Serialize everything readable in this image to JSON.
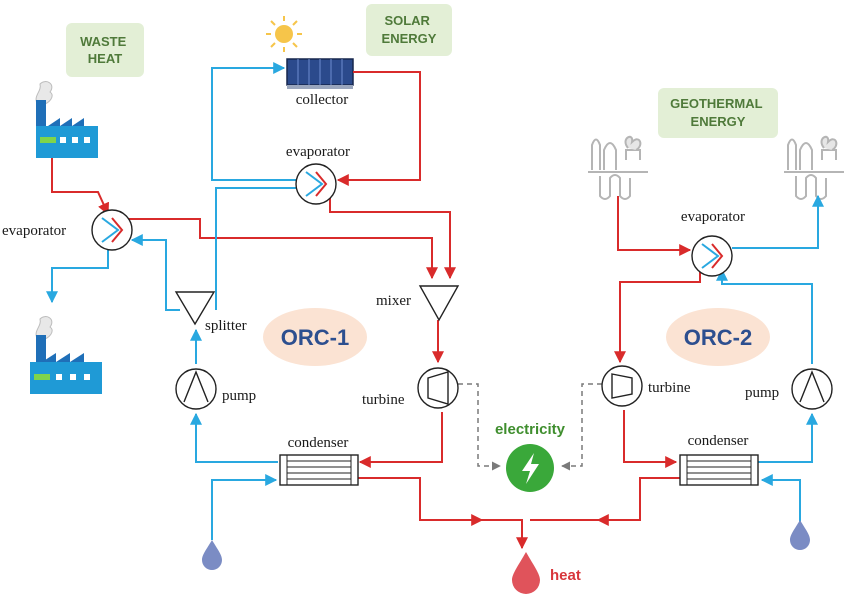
{
  "sources": {
    "waste_heat": "WASTE\nHEAT",
    "solar_energy": "SOLAR\nENERGY",
    "geothermal_energy": "GEOTHERMAL\nENERGY"
  },
  "components": {
    "collector": "collector",
    "evaporator_solar": "evaporator",
    "evaporator_waste": "evaporator",
    "evaporator_geo": "evaporator",
    "splitter": "splitter",
    "mixer": "mixer",
    "pump_1": "pump",
    "turbine_1": "turbine",
    "condenser_1": "condenser",
    "turbine_2": "turbine",
    "pump_2": "pump",
    "condenser_2": "condenser"
  },
  "cycles": {
    "orc1": "ORC-1",
    "orc2": "ORC-2"
  },
  "outputs": {
    "electricity": "electricity",
    "heat": "heat"
  },
  "colors": {
    "hot_stream": "#d92b2b",
    "cold_stream": "#29a8e0",
    "tag_bg": "#e3efd6",
    "orc_bg": "#fbe3d3",
    "electricity": "#3aa83a",
    "heat_drop": "#e0535b",
    "water_drop": "#7b8cc4"
  }
}
